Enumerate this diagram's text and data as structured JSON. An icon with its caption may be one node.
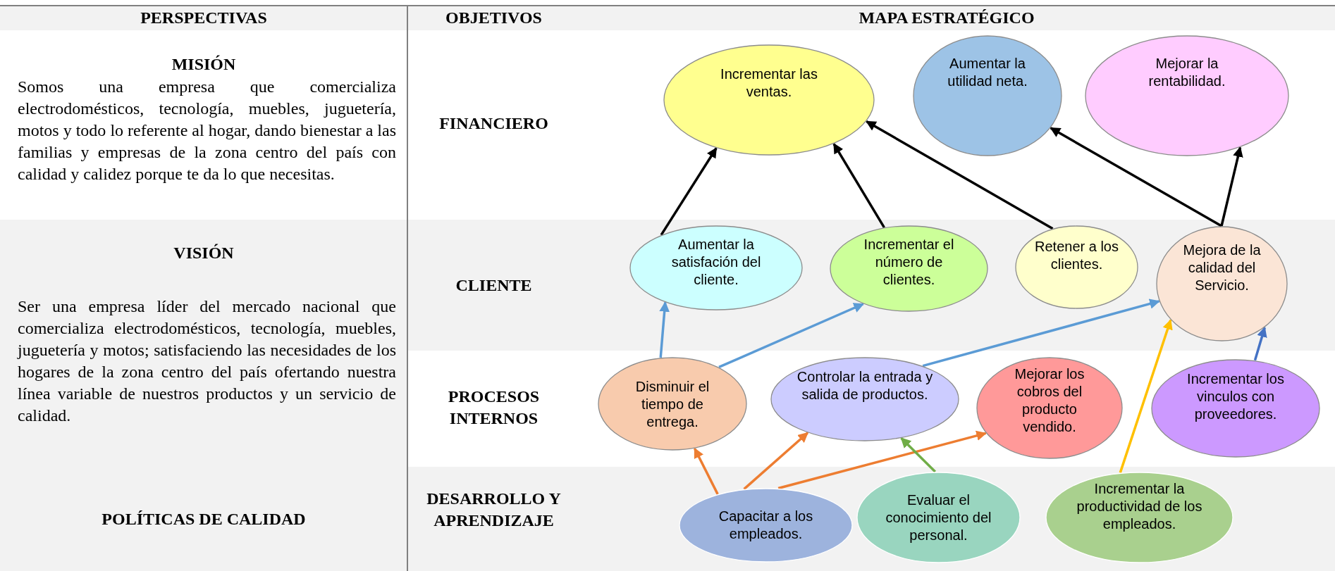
{
  "diagram": {
    "nodes": [
      {
        "text": [
          "Incrementar las ventas."
        ]
      },
      {
        "text": [
          "Aumentar la utilidad neta."
        ]
      },
      {
        "text": [
          "Mejorar la rentabilidad."
        ]
      },
      {
        "text": [
          "Aumentar la satisfación del cliente."
        ]
      },
      {
        "text": [
          "Incrementar el número de clientes."
        ]
      },
      {
        "text": [
          "Retener a los clientes."
        ]
      },
      {
        "text": [
          "Mejora de la calidad del Servicio."
        ]
      },
      {
        "text": [
          "Disminuir el tiempo de entrega."
        ]
      },
      {
        "text": [
          "Controlar la entrada y salida de productos."
        ]
      },
      {
        "text": [
          "Mejorar los cobros del producto vendido."
        ]
      },
      {
        "text": [
          "Incrementar los vinculos con proveedores."
        ]
      },
      {
        "text": [
          "Capacitar a los empleados."
        ]
      },
      {
        "text": [
          "Evaluar el conocimiento del personal."
        ]
      },
      {
        "text": [
          "Incrementar la productividad de los empleados."
        ]
      }
    ],
    "edges": [
      {
        "from": 3,
        "to": 0,
        "arrow": "to"
      },
      {
        "from": 4,
        "to": 0,
        "arrow": "to"
      },
      {
        "from": 5,
        "to": 0,
        "arrow": "to"
      },
      {
        "from": 6,
        "to": 1,
        "arrow": "to"
      },
      {
        "from": 6,
        "to": 2,
        "arrow": "to"
      },
      {
        "from": 7,
        "to": 3,
        "arrow": "to",
        "color": "#5b9bd5"
      },
      {
        "from": 7,
        "to": 4,
        "arrow": "to",
        "color": "#5b9bd5"
      },
      {
        "from": 8,
        "to": 6,
        "arrow": "to",
        "color": "#5b9bd5"
      },
      {
        "from": 10,
        "to": 6,
        "arrow": "to",
        "color": "#4472c4"
      },
      {
        "from": 13,
        "to": 6,
        "arrow": "to",
        "color": "#ffc000"
      },
      {
        "from": 11,
        "to": 7,
        "arrow": "to",
        "color": "#ed7d31"
      },
      {
        "from": 11,
        "to": 8,
        "arrow": "to",
        "color": "#ed7d31"
      },
      {
        "from": 11,
        "to": 9,
        "arrow": "to",
        "color": "#ed7d31"
      },
      {
        "from": 12,
        "to": 8,
        "arrow": "to",
        "color": "#70ad47"
      }
    ],
    "labels": [
      "PERSPECTIVAS",
      "OBJETIVOS",
      "MAPA ESTRATÉGICO",
      "MISIÓN",
      "Somos una empresa que comercializa electrodomésticos, tecnología, muebles, juguetería, motos y todo lo referente al hogar, dando bienestar a las familias y empresas de la zona centro del país con calidad y calidez porque te da lo que necesitas.",
      "FINANCIERO",
      "VISIÓN",
      "CLIENTE",
      "Ser una empresa líder del mercado nacional que comercializa electrodomésticos, tecnología, muebles, juguetería y motos; satisfaciendo las necesidades de los hogares de la zona centro del país ofertando nuestra línea variable de nuestros productos y un servicio de calidad.",
      "PROCESOS INTERNOS",
      "DESARROLLO Y APRENDIZAJE",
      "POLÍTICAS DE CALIDAD"
    ]
  }
}
